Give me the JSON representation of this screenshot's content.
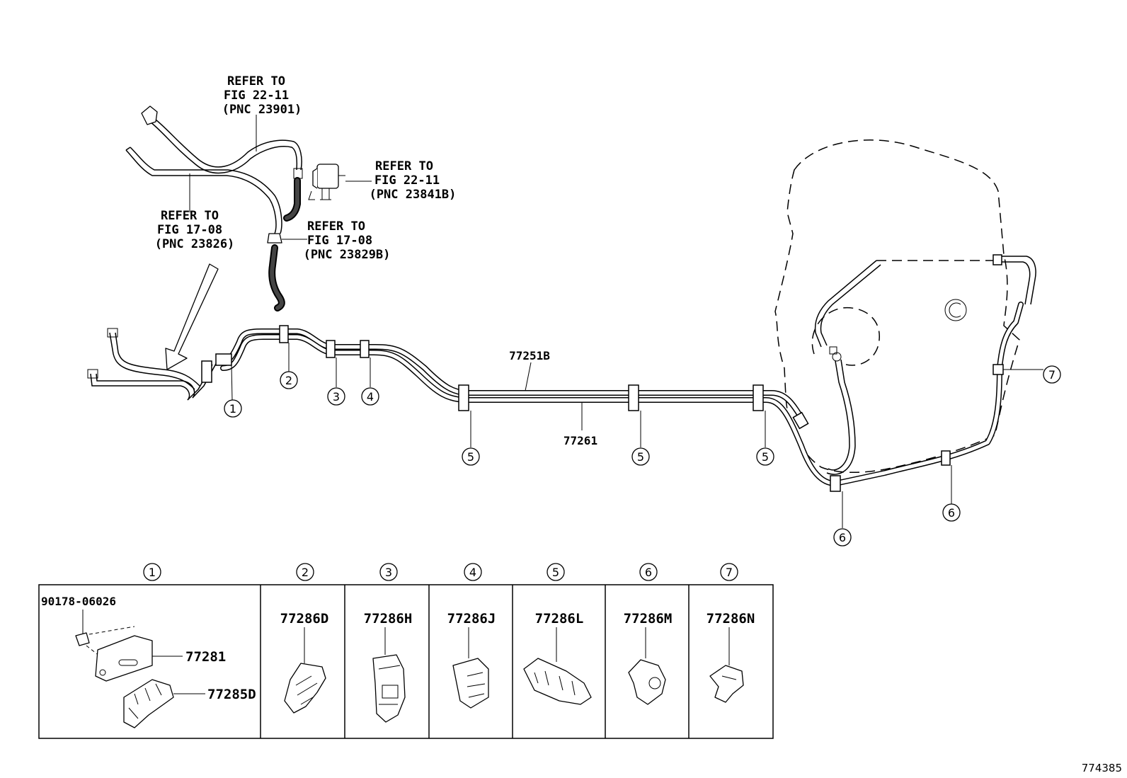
{
  "callouts": {
    "ref_22_11_a": [
      "REFER TO",
      "FIG 22-11",
      "(PNC 23901)"
    ],
    "ref_22_11_b": [
      "REFER TO",
      "FIG 22-11",
      "(PNC 23841B)"
    ],
    "ref_17_08_a": [
      "REFER TO",
      "FIG 17-08",
      "(PNC 23826)"
    ],
    "ref_17_08_b": [
      "REFER TO",
      "FIG 17-08",
      "(PNC 23829B)"
    ]
  },
  "line_labels": {
    "upper_pipe": "77251B",
    "lower_pipe": "77261"
  },
  "clip_numbers": [
    "1",
    "2",
    "3",
    "4",
    "5",
    "5",
    "5",
    "6",
    "6",
    "7"
  ],
  "table": {
    "headers": [
      "1",
      "2",
      "3",
      "4",
      "5",
      "6",
      "7"
    ],
    "cell1": {
      "bolt": "90178-06026",
      "bracket": "77281",
      "clamp": "77285D"
    },
    "parts": [
      "77286D",
      "77286H",
      "77286J",
      "77286L",
      "77286M",
      "77286N"
    ]
  },
  "figure_id": "774385"
}
